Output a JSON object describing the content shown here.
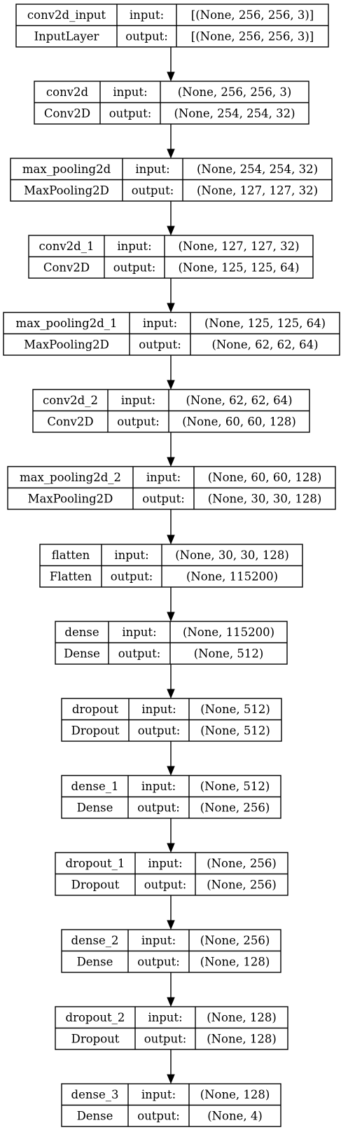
{
  "layers": [
    {
      "name": "conv2d_input",
      "type": "InputLayer",
      "input_label": "input:",
      "input_shape": "[(None, 256, 256, 3)]",
      "output_label": "output:",
      "output_shape": "[(None, 256, 256, 3)]"
    },
    {
      "name": "conv2d",
      "type": "Conv2D",
      "input_label": "input:",
      "input_shape": "(None, 256, 256, 3)",
      "output_label": "output:",
      "output_shape": "(None, 254, 254, 32)"
    },
    {
      "name": "max_pooling2d",
      "type": "MaxPooling2D",
      "input_label": "input:",
      "input_shape": "(None, 254, 254, 32)",
      "output_label": "output:",
      "output_shape": "(None, 127, 127, 32)"
    },
    {
      "name": "conv2d_1",
      "type": "Conv2D",
      "input_label": "input:",
      "input_shape": "(None, 127, 127, 32)",
      "output_label": "output:",
      "output_shape": "(None, 125, 125, 64)"
    },
    {
      "name": "max_pooling2d_1",
      "type": "MaxPooling2D",
      "input_label": "input:",
      "input_shape": "(None, 125, 125, 64)",
      "output_label": "output:",
      "output_shape": "(None, 62, 62, 64)"
    },
    {
      "name": "conv2d_2",
      "type": "Conv2D",
      "input_label": "input:",
      "input_shape": "(None, 62, 62, 64)",
      "output_label": "output:",
      "output_shape": "(None, 60, 60, 128)"
    },
    {
      "name": "max_pooling2d_2",
      "type": "MaxPooling2D",
      "input_label": "input:",
      "input_shape": "(None, 60, 60, 128)",
      "output_label": "output:",
      "output_shape": "(None, 30, 30, 128)"
    },
    {
      "name": "flatten",
      "type": "Flatten",
      "input_label": "input:",
      "input_shape": "(None, 30, 30, 128)",
      "output_label": "output:",
      "output_shape": "(None, 115200)"
    },
    {
      "name": "dense",
      "type": "Dense",
      "input_label": "input:",
      "input_shape": "(None, 115200)",
      "output_label": "output:",
      "output_shape": "(None, 512)"
    },
    {
      "name": "dropout",
      "type": "Dropout",
      "input_label": "input:",
      "input_shape": "(None, 512)",
      "output_label": "output:",
      "output_shape": "(None, 512)"
    },
    {
      "name": "dense_1",
      "type": "Dense",
      "input_label": "input:",
      "input_shape": "(None, 512)",
      "output_label": "output:",
      "output_shape": "(None, 256)"
    },
    {
      "name": "dropout_1",
      "type": "Dropout",
      "input_label": "input:",
      "input_shape": "(None, 256)",
      "output_label": "output:",
      "output_shape": "(None, 256)"
    },
    {
      "name": "dense_2",
      "type": "Dense",
      "input_label": "input:",
      "input_shape": "(None, 256)",
      "output_label": "output:",
      "output_shape": "(None, 128)"
    },
    {
      "name": "dropout_2",
      "type": "Dropout",
      "input_label": "input:",
      "input_shape": "(None, 128)",
      "output_label": "output:",
      "output_shape": "(None, 128)"
    },
    {
      "name": "dense_3",
      "type": "Dense",
      "input_label": "input:",
      "input_shape": "(None, 128)",
      "output_label": "output:",
      "output_shape": "(None, 4)"
    }
  ]
}
